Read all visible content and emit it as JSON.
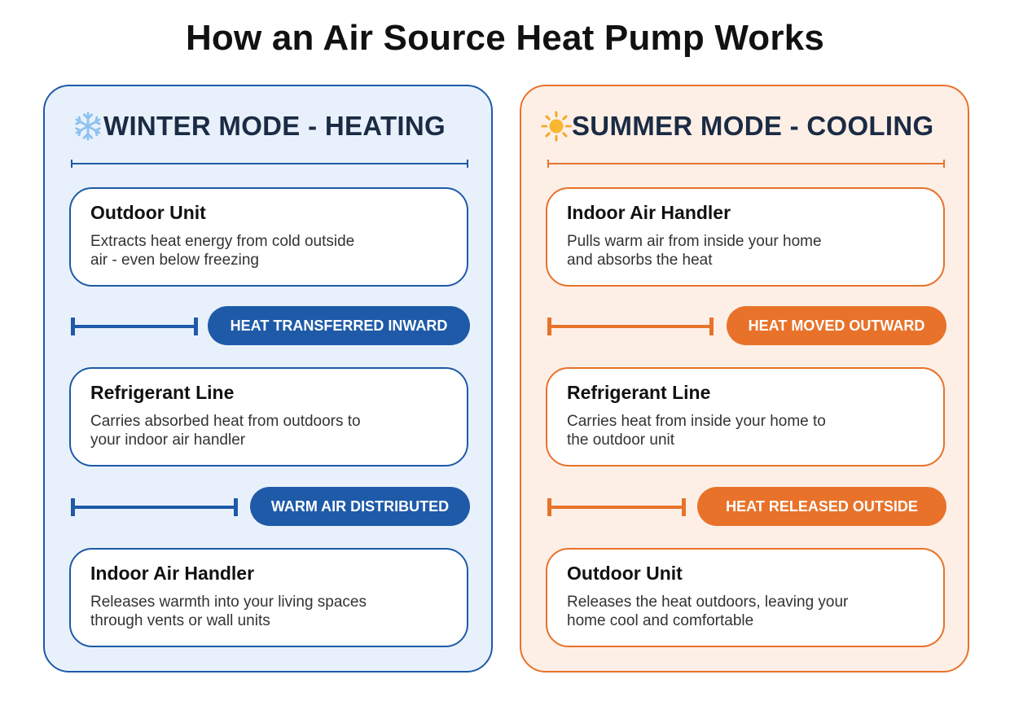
{
  "title": "How an Air Source Heat Pump Works",
  "colors": {
    "winter_accent": "#1e5aa8",
    "winter_background": "#e8f1fb",
    "summer_accent": "#e8722a",
    "summer_background": "#fdefe6"
  },
  "winter": {
    "icon": "snowflake-icon",
    "heading": "WINTER MODE - HEATING",
    "steps": [
      {
        "title": "Outdoor Unit",
        "desc_line1": "Extracts heat energy from cold outside",
        "desc_line2": "air - even below freezing"
      },
      {
        "title": "Refrigerant Line",
        "desc_line1": "Carries absorbed heat from outdoors to",
        "desc_line2": "your indoor air handler"
      },
      {
        "title": "Indoor Air Handler",
        "desc_line1": "Releases warmth into your living spaces",
        "desc_line2": "through vents or wall units"
      }
    ],
    "connectors": [
      {
        "label": "HEAT TRANSFERRED INWARD"
      },
      {
        "label": "WARM AIR DISTRIBUTED"
      }
    ]
  },
  "summer": {
    "icon": "sun-icon",
    "heading": "SUMMER MODE - COOLING",
    "steps": [
      {
        "title": "Indoor Air Handler",
        "desc_line1": "Pulls warm air from inside your home",
        "desc_line2": "and absorbs the heat"
      },
      {
        "title": "Refrigerant Line",
        "desc_line1": "Carries heat from inside your home to",
        "desc_line2": "the outdoor unit"
      },
      {
        "title": "Outdoor Unit",
        "desc_line1": "Releases the heat outdoors, leaving your",
        "desc_line2": "home cool and comfortable"
      }
    ],
    "connectors": [
      {
        "label": "HEAT MOVED OUTWARD"
      },
      {
        "label": "HEAT RELEASED OUTSIDE"
      }
    ]
  }
}
